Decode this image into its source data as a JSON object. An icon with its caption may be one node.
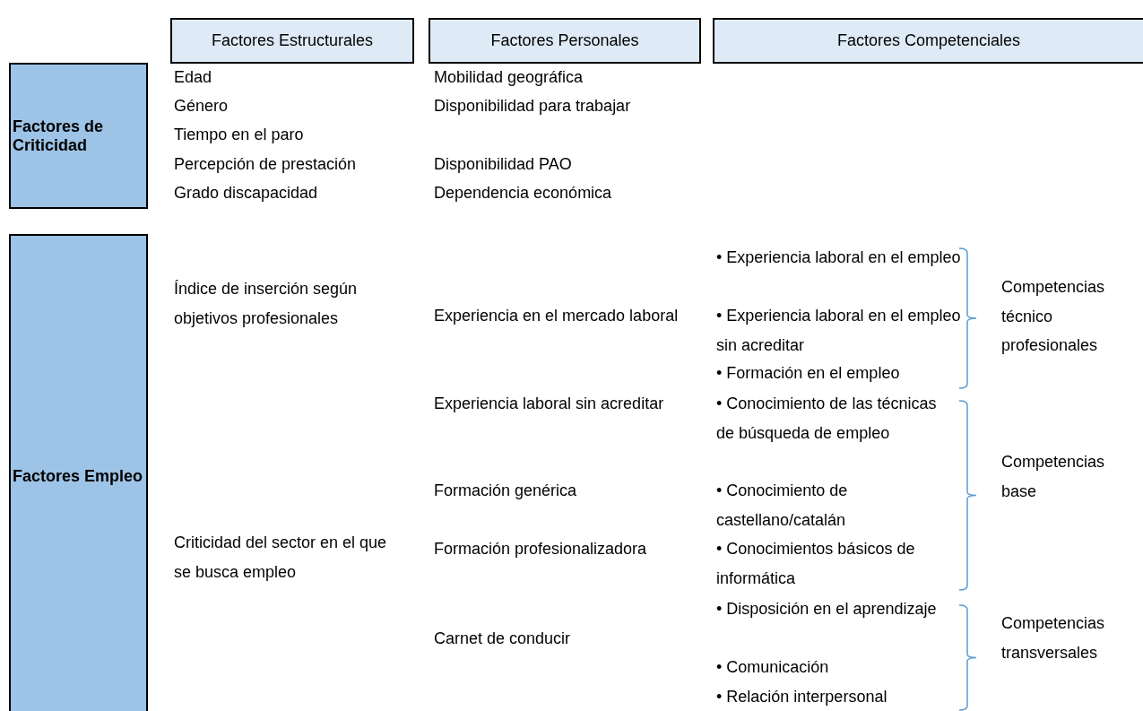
{
  "diagram": {
    "nodes": [
      {
        "text": [
          "Factores Estructurales"
        ]
      },
      {
        "text": [
          "Factores Personales"
        ]
      },
      {
        "text": [
          "Factores Competenciales"
        ]
      },
      {
        "text": [
          "Factores de Criticidad"
        ]
      },
      {
        "text": [
          "Factores Empleo"
        ]
      }
    ],
    "labels": [
      "Edad",
      "Género",
      "Tiempo en el paro",
      "Percepción de prestación",
      "Grado discapacidad",
      "Mobilidad geográfica",
      "Disponibilidad para trabajar",
      "Disponibilidad PAO",
      "Dependencia económica",
      "Índice de inserción según objetivos profesionales",
      "Criticidad del sector en el que se busca empleo",
      "Experiencia en el mercado laboral",
      "Experiencia laboral sin acreditar",
      "Formación genérica",
      "Formación profesionalizadora",
      "Carnet de conducir",
      "• Experiencia laboral en el empleo",
      "• Experiencia laboral en el empleo sin acreditar",
      "• Formación en el empleo",
      "• Conocimiento de las técnicas de búsqueda de empleo",
      "• Conocimiento de castellano/catalán",
      "• Conocimientos básicos de informática",
      "• Disposición en el aprendizaje",
      "• Comunicación",
      "• Relación interpersonal",
      "Competencias técnico profesionales",
      "Competencias base",
      "Competencias transversales"
    ]
  }
}
